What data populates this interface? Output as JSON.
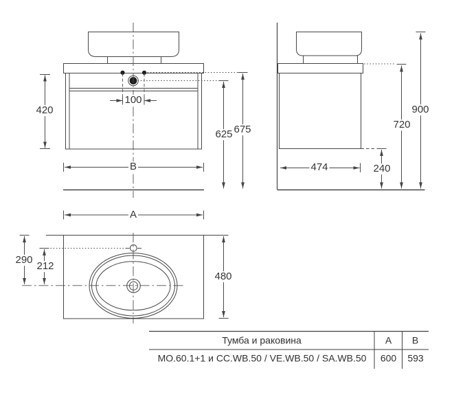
{
  "dimensions": {
    "front": {
      "cabinet_height": "420",
      "hole_spacing": "100",
      "drain_height": "625",
      "top_height": "675",
      "width": "B"
    },
    "side": {
      "basin_top_height": "900",
      "counter_height": "720",
      "depth": "474",
      "bottom_height": "240"
    },
    "top": {
      "width": "A",
      "edge_to_center": "290",
      "faucet_to_center": "212",
      "depth": "480"
    }
  },
  "table": {
    "header": {
      "product": "Тумба и раковина",
      "a": "A",
      "b": "B"
    },
    "row": {
      "product": "MO.60.1+1 и CC.WB.50 / VE.WB.50 / SA.WB.50",
      "a": "600",
      "b": "593"
    }
  }
}
